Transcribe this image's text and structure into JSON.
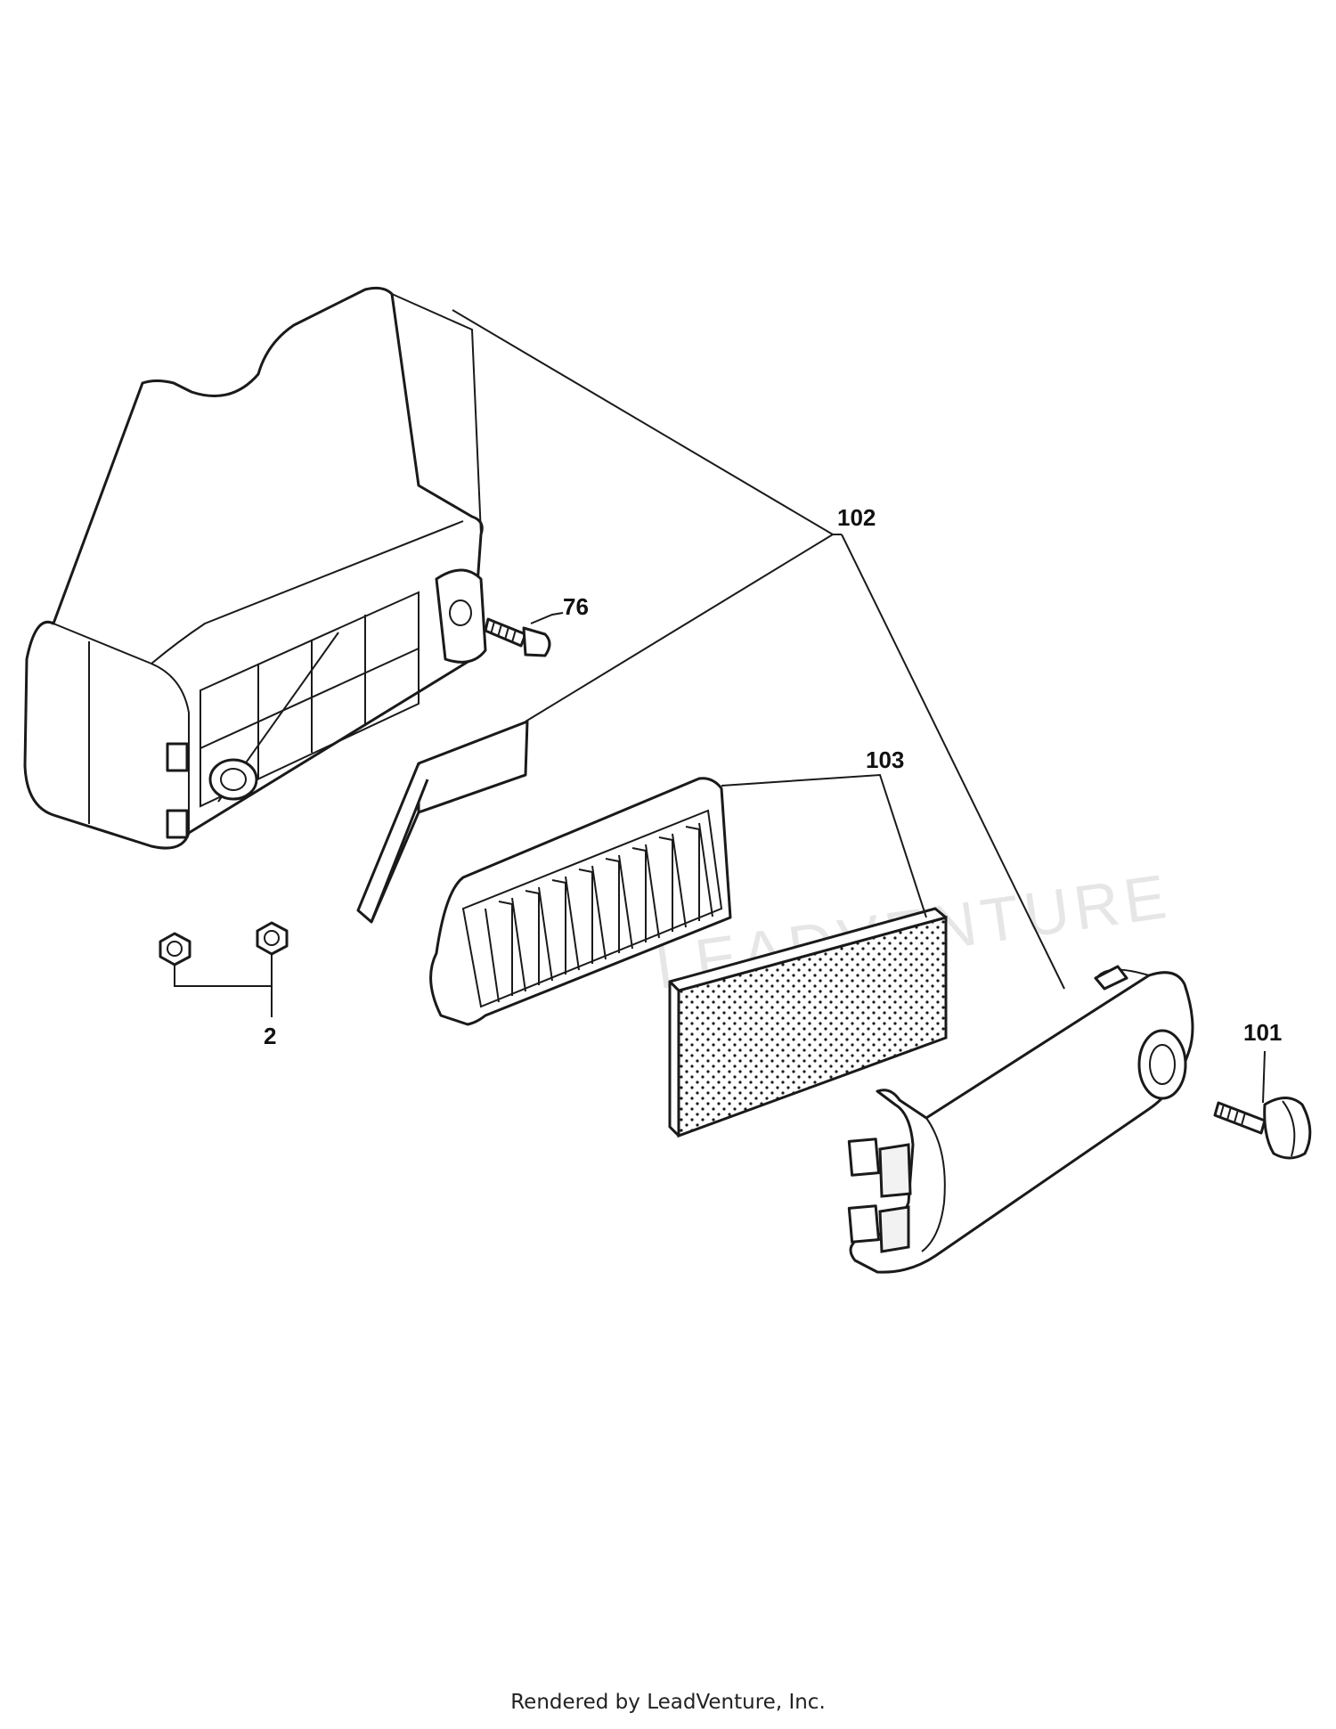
{
  "callouts": {
    "c102": "102",
    "c76": "76",
    "c103": "103",
    "c2": "2",
    "c101": "101"
  },
  "watermark": "LEADVENTURE",
  "footer": "Rendered by LeadVenture, Inc."
}
